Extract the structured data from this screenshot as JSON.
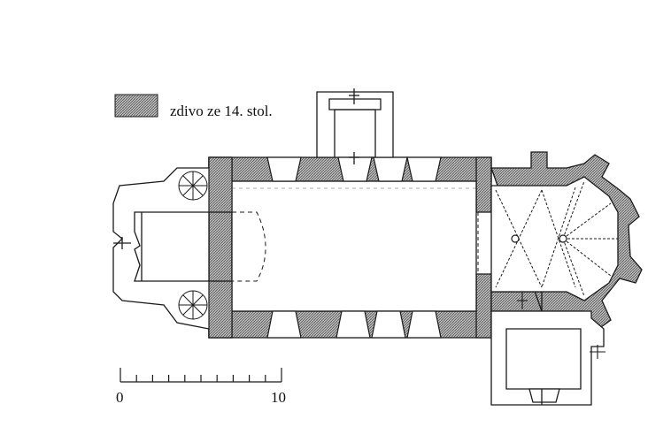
{
  "legend": {
    "label": "zdivo ze 14. stol.",
    "swatch_fill": "#8c8c8c"
  },
  "scale": {
    "start_label": "0",
    "end_label": "10",
    "divisions": 10
  },
  "colors": {
    "ink": "#1a1a1a",
    "hatch": "#8c8c8c",
    "paper": "#ffffff"
  }
}
